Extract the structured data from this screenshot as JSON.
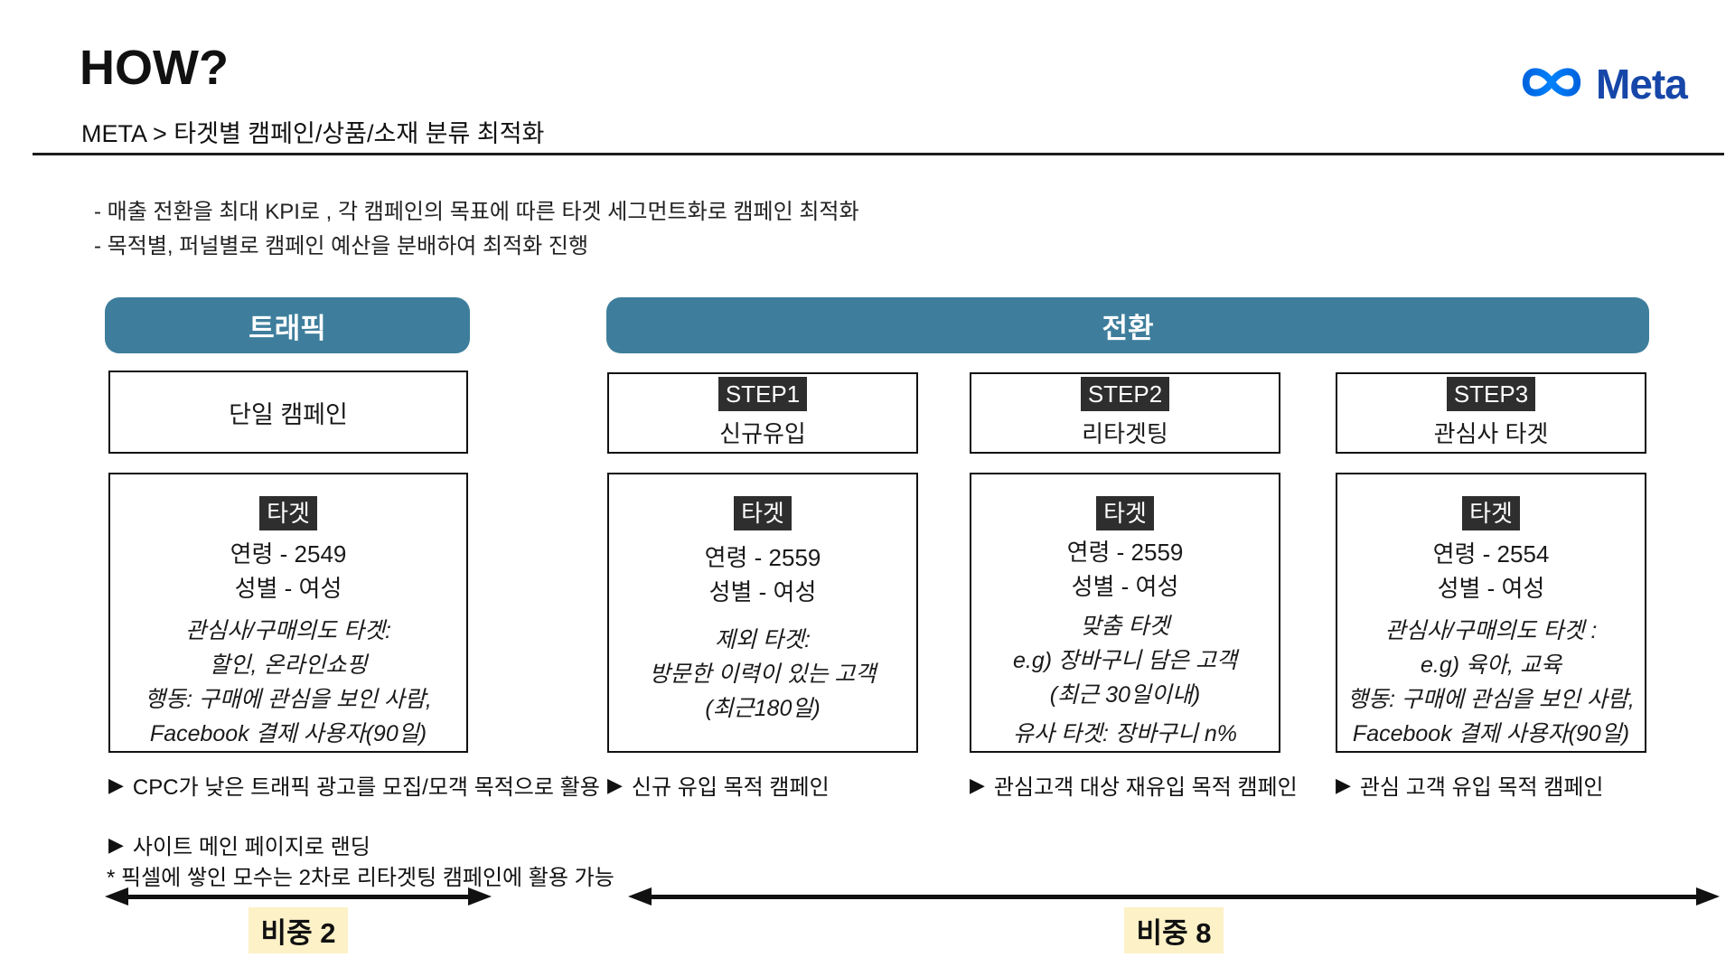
{
  "colors": {
    "pill_teal": "#3e7e9c",
    "badge_dark": "#2e2e2e",
    "weight_highlight": "#fdf1c7",
    "meta_glyph_blue_1": "#0082fb",
    "meta_glyph_blue_2": "#0064e0",
    "meta_wordmark_blue": "#1646a8"
  },
  "header": {
    "title": "HOW?",
    "subtitle": "META > 타겟별 캠페인/상품/소재 분류 최적화",
    "logo_text": "Meta"
  },
  "intro": {
    "bullets": [
      "-  매출 전환을 최대 KPI로 , 각 캠페인의 목표에 따른 타겟 세그먼트화로 캠페인 최적화",
      "-  목적별, 퍼널별로 캠페인 예산을 분배하여 최적화 진행"
    ]
  },
  "traffic": {
    "pill_label": "트래픽",
    "single_campaign_label": "단일 캠페인",
    "target_box": {
      "badge": "타겟",
      "age": "연령 - 2549",
      "gender": "성별 - 여성",
      "details": [
        "관심사/구매의도 타겟:",
        "할인, 온라인쇼핑",
        "행동: 구매에 관심을 보인 사람,",
        "Facebook 결제 사용자(90일)"
      ]
    },
    "notes": [
      {
        "icon": "▶",
        "label": "CPC가 낮은 트래픽 광고를 모집/모객 목적으로 활용"
      },
      {
        "icon": "▶",
        "label": "사이트 메인 페이지로 랜딩"
      }
    ],
    "footnote": "* 픽셀에 쌓인 모수는 2차로 리타겟팅 캠페인에 활용 가능",
    "weight_label": "비중 2"
  },
  "conversion": {
    "pill_label": "전환",
    "steps": [
      {
        "badge": "STEP1",
        "name": "신규유입",
        "target_badge": "타겟",
        "age": "연령 - 2559",
        "gender": "성별 - 여성",
        "details": [
          "제외 타겟:",
          "방문한 이력이 있는 고객",
          "(최근180일)"
        ],
        "note_icon": "▶",
        "note": "신규 유입 목적 캠페인"
      },
      {
        "badge": "STEP2",
        "name": "리타겟팅",
        "target_badge": "타겟",
        "age": "연령 - 2559",
        "gender": "성별 - 여성",
        "details": [
          "맞춤 타겟",
          "e.g) 장바구니 담은 고객",
          "(최근 30일이내)"
        ],
        "extra": "유사 타겟: 장바구니 n%",
        "note_icon": "▶",
        "note": "관심고객 대상 재유입 목적 캠페인"
      },
      {
        "badge": "STEP3",
        "name": "관심사 타겟",
        "target_badge": "타겟",
        "age": "연령 - 2554",
        "gender": "성별 - 여성",
        "details": [
          "관심사/구매의도 타겟 :",
          "e.g) 육아, 교육",
          "행동: 구매에 관심을 보인 사람,",
          "Facebook 결제 사용자(90일)"
        ],
        "note_icon": "▶",
        "note": "관심 고객 유입 목적 캠페인"
      }
    ],
    "weight_label": "비중 8"
  }
}
